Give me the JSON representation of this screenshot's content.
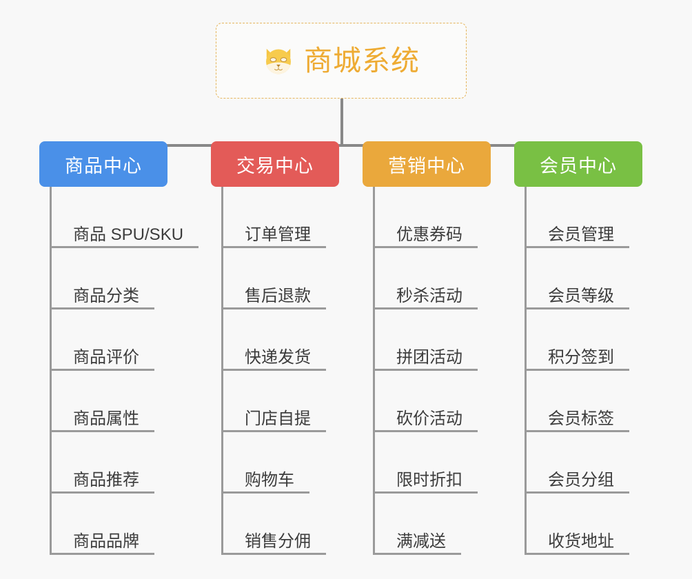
{
  "page": {
    "background_color": "#f8f8f8",
    "type": "org-tree-diagram"
  },
  "root": {
    "title": "商城系统",
    "icon": "shiba-dog-face-icon",
    "title_color": "#eeab33",
    "border_color": "#e5b55c",
    "background_color": "#fbfbfa"
  },
  "branches": [
    {
      "label": "商品中心",
      "color": "#4a90e8",
      "items": [
        "商品 SPU/SKU",
        "商品分类",
        "商品评价",
        "商品属性",
        "商品推荐",
        "商品品牌"
      ]
    },
    {
      "label": "交易中心",
      "color": "#e35b58",
      "items": [
        "订单管理",
        "售后退款",
        "快递发货",
        "门店自提",
        "购物车",
        "销售分佣"
      ]
    },
    {
      "label": "营销中心",
      "color": "#eaa83c",
      "items": [
        "优惠券码",
        "秒杀活动",
        "拼团活动",
        "砍价活动",
        "限时折扣",
        "满减送"
      ]
    },
    {
      "label": "会员中心",
      "color": "#79c council",
      "items": [
        "会员管理",
        "会员等级",
        "积分签到",
        "会员标签",
        "会员分组",
        "收货地址"
      ]
    }
  ],
  "connector": {
    "color": "#888888"
  }
}
